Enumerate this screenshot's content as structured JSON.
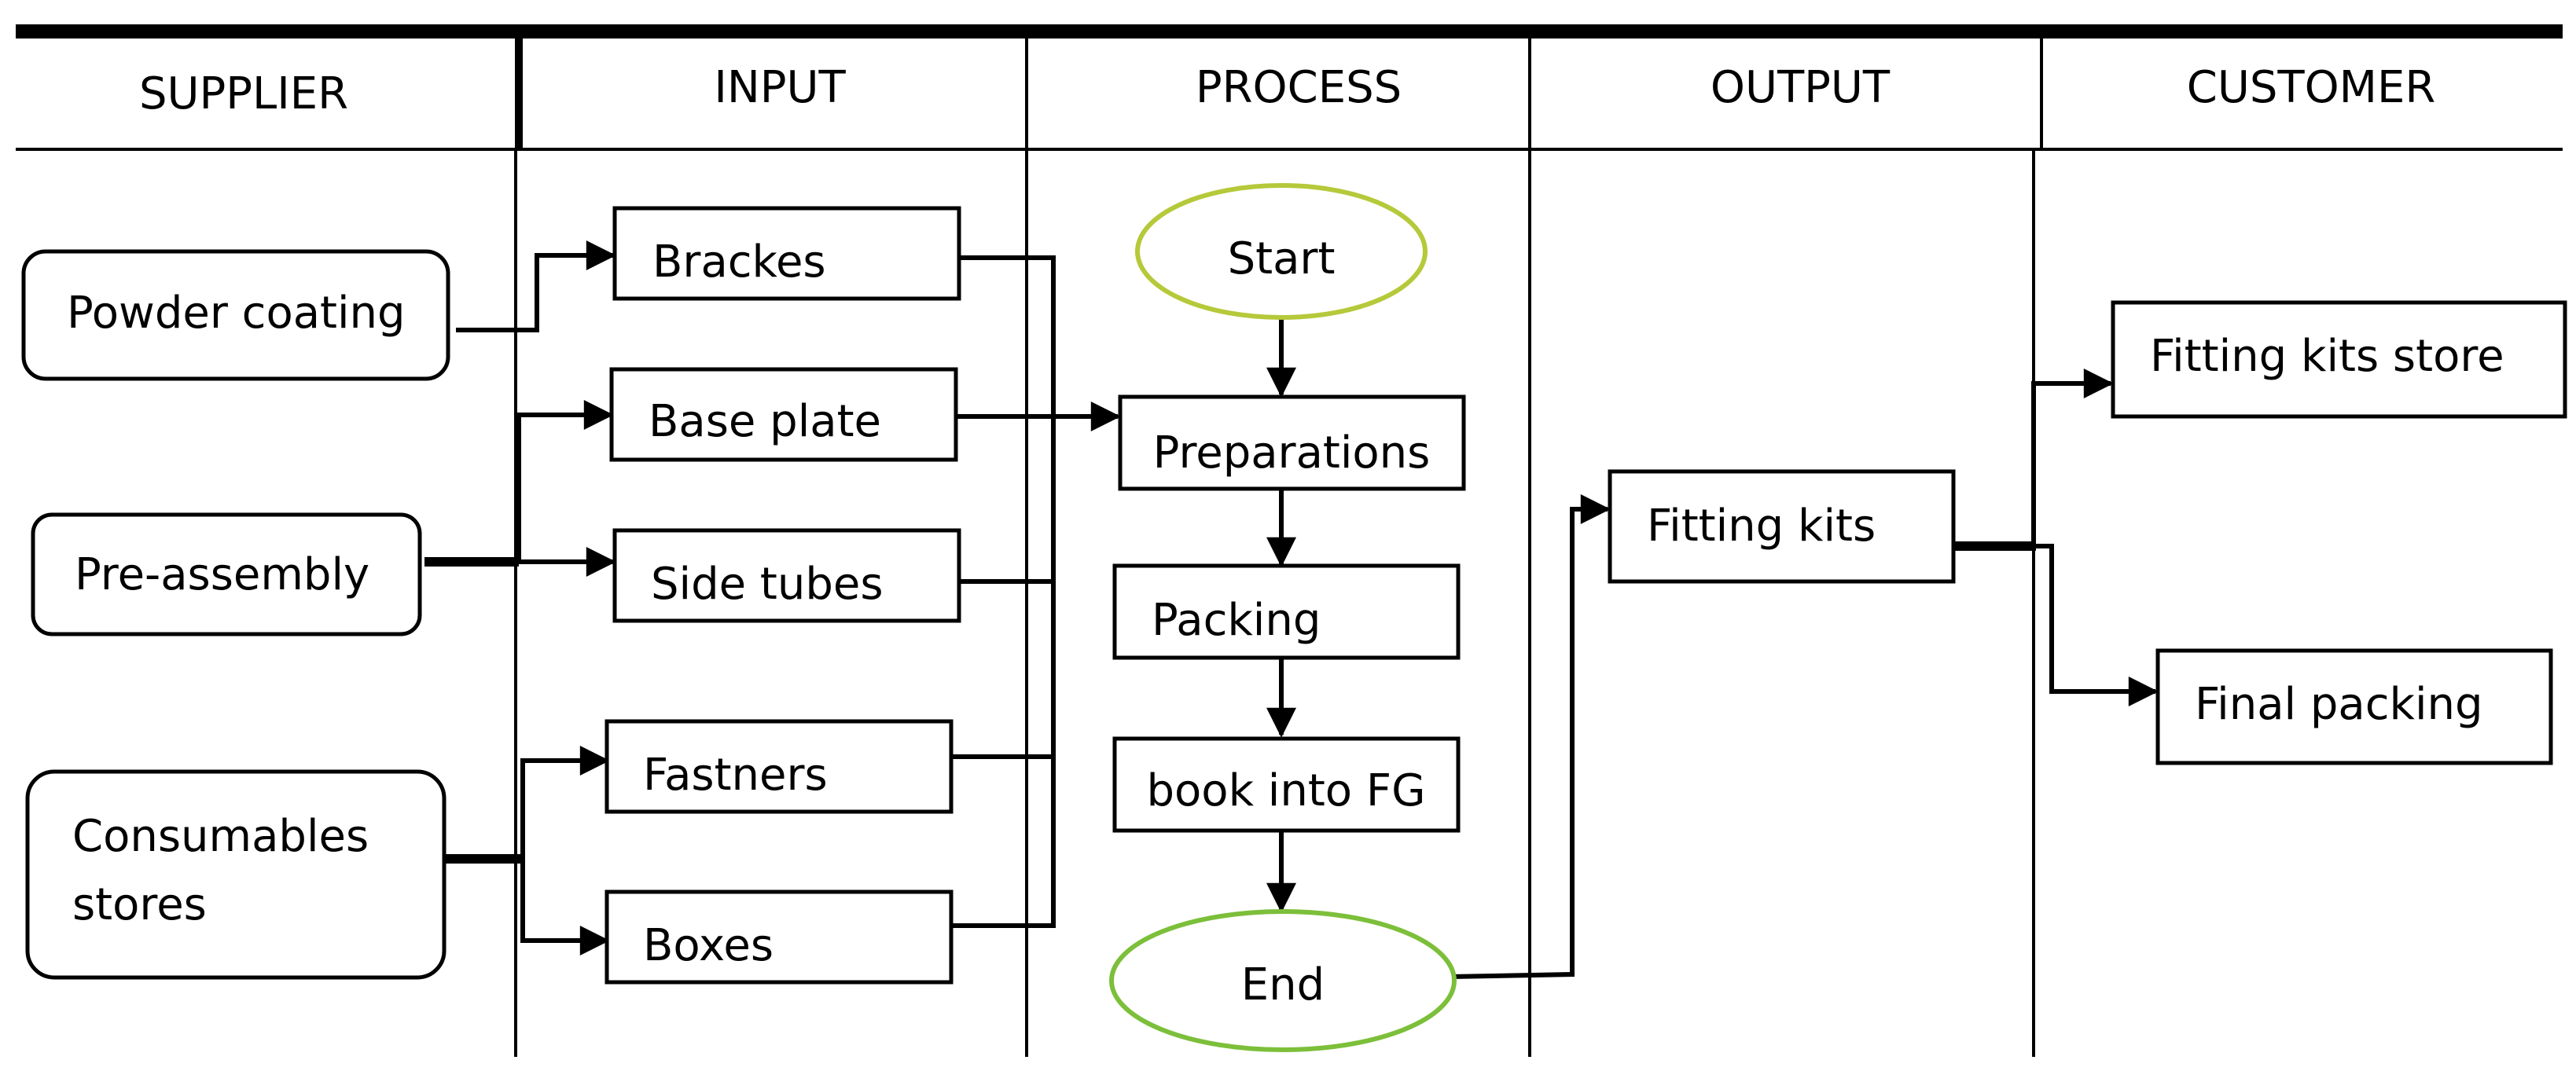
{
  "headers": {
    "supplier": "SUPPLIER",
    "input": "INPUT",
    "process": "PROCESS",
    "output": "OUTPUT",
    "customer": "CUSTOMER"
  },
  "suppliers": {
    "powder_coating": "Powder coating",
    "pre_assembly": "Pre-assembly",
    "consumables_line1": "Consumables",
    "consumables_line2": "stores"
  },
  "inputs": {
    "brackes": "Brackes",
    "base_plate": "Base plate",
    "side_tubes": "Side tubes",
    "fastners": "Fastners",
    "boxes": "Boxes"
  },
  "process": {
    "start": "Start",
    "preparations": "Preparations",
    "packing": "Packing",
    "book_into_fg": "book into FG",
    "end": "End"
  },
  "outputs": {
    "fitting_kits": "Fitting kits"
  },
  "customers": {
    "fitting_kits_store": "Fitting kits store",
    "final_packing": "Final packing"
  },
  "colors": {
    "start_ellipse": "#b5c93a",
    "end_ellipse": "#7cbf3a",
    "line": "#000000"
  }
}
